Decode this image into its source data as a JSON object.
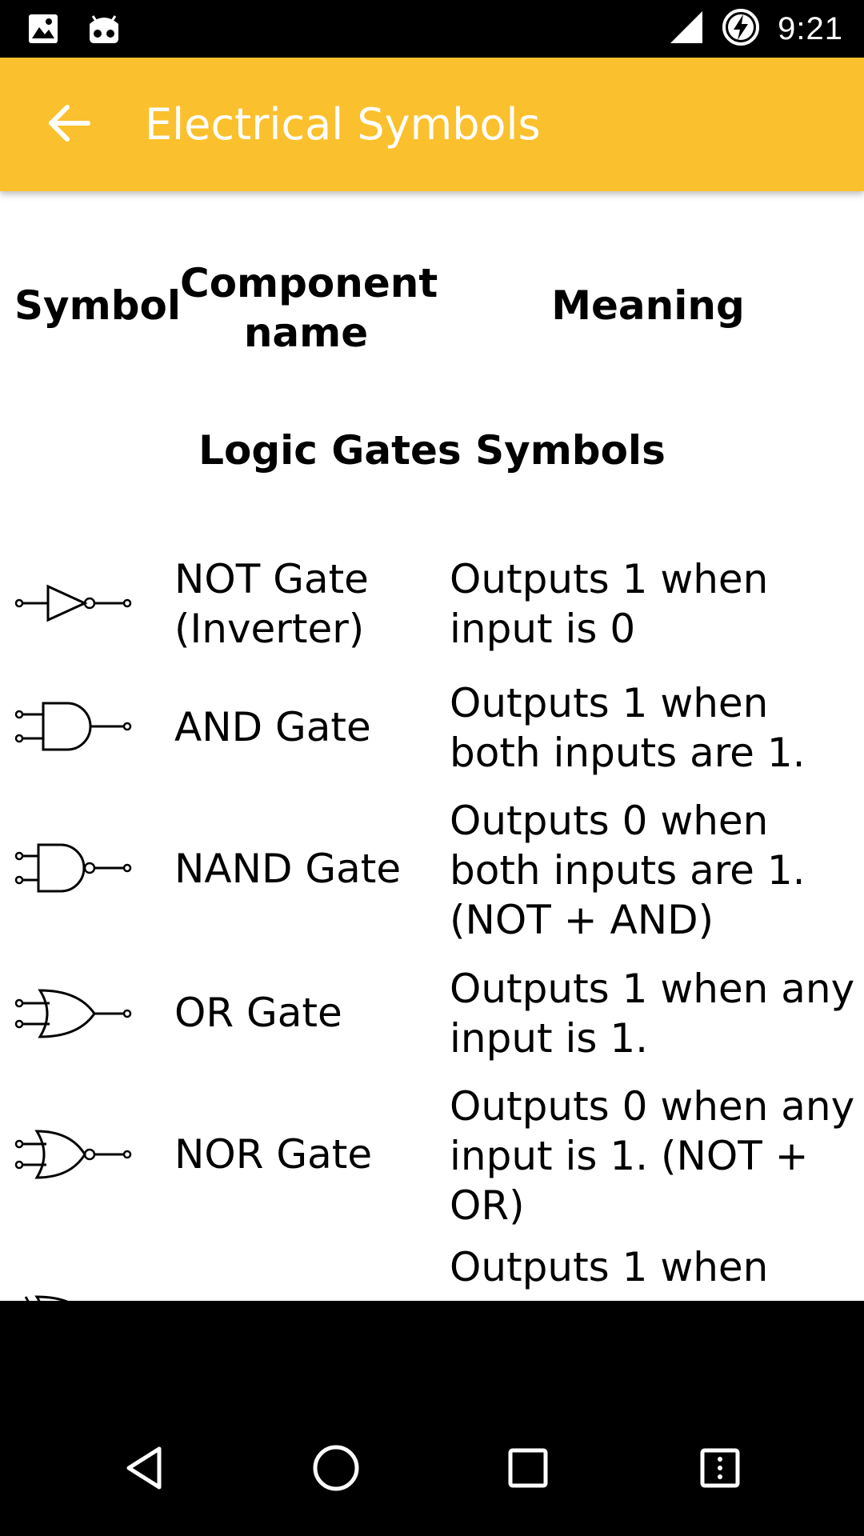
{
  "status_bar": {
    "time": "9:21",
    "left_icons": [
      "image-notification-icon",
      "android-debug-icon"
    ],
    "right_icons": [
      "signal-icon",
      "battery-charging-icon"
    ]
  },
  "app_bar": {
    "title": "Electrical Symbols",
    "back_icon": "arrow-left-icon"
  },
  "table": {
    "headers": {
      "symbol": "Symbol",
      "component": "Component name",
      "meaning": "Meaning"
    },
    "section_title": "Logic Gates Symbols",
    "rows": [
      {
        "symbol_icon": "not-gate-icon",
        "name": "NOT Gate (Inverter)",
        "meaning": "Outputs 1 when input is 0"
      },
      {
        "symbol_icon": "and-gate-icon",
        "name": "AND Gate",
        "meaning": "Outputs 1 when both inputs are 1."
      },
      {
        "symbol_icon": "nand-gate-icon",
        "name": "NAND Gate",
        "meaning": "Outputs 0 when both inputs are 1. (NOT + AND)"
      },
      {
        "symbol_icon": "or-gate-icon",
        "name": "OR Gate",
        "meaning": "Outputs 1 when any input is 1."
      },
      {
        "symbol_icon": "nor-gate-icon",
        "name": "NOR Gate",
        "meaning": "Outputs 0 when any input is 1. (NOT + OR)"
      },
      {
        "symbol_icon": "xor-gate-icon",
        "name": "",
        "meaning": "Outputs 1 when"
      }
    ]
  },
  "nav_bar": {
    "buttons": [
      "back-triangle-icon",
      "home-circle-icon",
      "recents-square-icon",
      "menu-icon"
    ]
  }
}
